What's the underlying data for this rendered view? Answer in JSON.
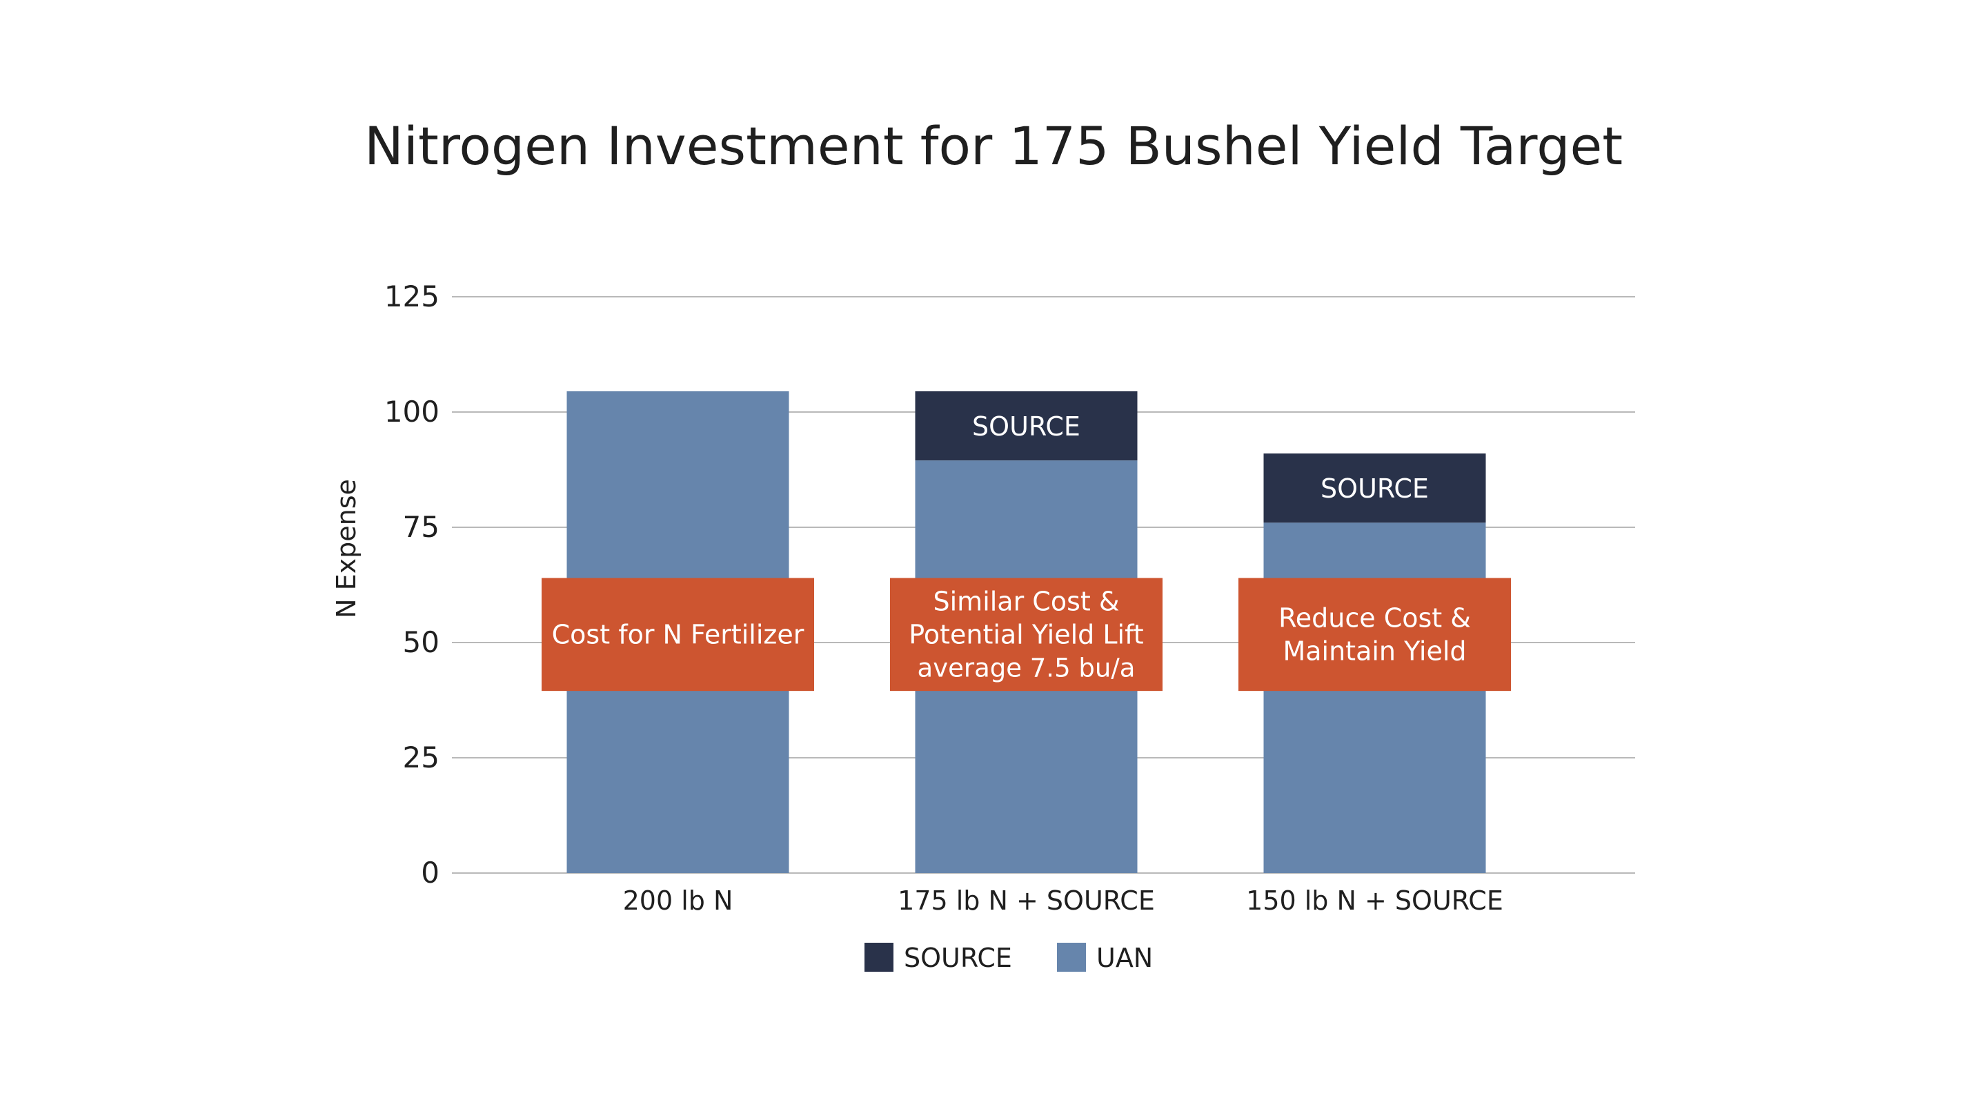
{
  "chart_data": {
    "type": "bar",
    "stacked": true,
    "title": "Nitrogen Investment for 175 Bushel Yield Target",
    "xlabel": "",
    "ylabel": "N Expense",
    "ylim": [
      0,
      125
    ],
    "yticks": [
      0,
      25,
      50,
      75,
      100,
      125
    ],
    "ytick_labels": [
      "0",
      "25",
      "50",
      "75",
      "100",
      "125"
    ],
    "grid": true,
    "legend_position": "bottom-center",
    "categories": [
      "200 lb N",
      "175 lb N + SOURCE",
      "150 lb N + SOURCE"
    ],
    "series": [
      {
        "name": "UAN",
        "color": "#6685ac",
        "values": [
          104.5,
          89.5,
          76
        ]
      },
      {
        "name": "SOURCE",
        "color": "#29324a",
        "values": [
          0,
          15,
          15
        ]
      }
    ],
    "segment_labels": [
      "",
      "SOURCE",
      "SOURCE"
    ],
    "legend": [
      {
        "label": "SOURCE",
        "color": "#29324a"
      },
      {
        "label": "UAN",
        "color": "#6685ac"
      }
    ],
    "annotations": [
      {
        "category": "200 lb N",
        "lines": [
          "Cost for N Fertilizer"
        ],
        "y_range": [
          39.5,
          64
        ]
      },
      {
        "category": "175 lb N + SOURCE",
        "lines": [
          "Similar Cost &",
          "Potential Yield Lift",
          "average 7.5 bu/a"
        ],
        "y_range": [
          39.5,
          64
        ]
      },
      {
        "category": "150 lb N + SOURCE",
        "lines": [
          "Reduce Cost &",
          "Maintain Yield"
        ],
        "y_range": [
          39.5,
          64
        ]
      }
    ],
    "colors": {
      "annotation_box": "#cd5530",
      "annotation_text": "#ffffff",
      "grid": "#b9b9b9",
      "text": "#1f1f1f"
    }
  }
}
